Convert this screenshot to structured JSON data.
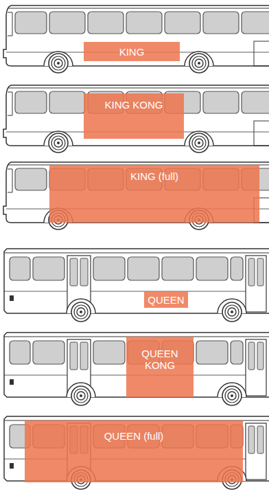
{
  "diagram": {
    "nodes": [
      {
        "text": [
          "KING"
        ]
      },
      {
        "text": [
          "KING KONG"
        ]
      },
      {
        "text": [
          "KING (full)"
        ]
      },
      {
        "text": [
          "QUEEN"
        ]
      },
      {
        "text": [
          "QUEEN KONG"
        ]
      },
      {
        "text": [
          "QUEEN (full)"
        ]
      }
    ]
  }
}
